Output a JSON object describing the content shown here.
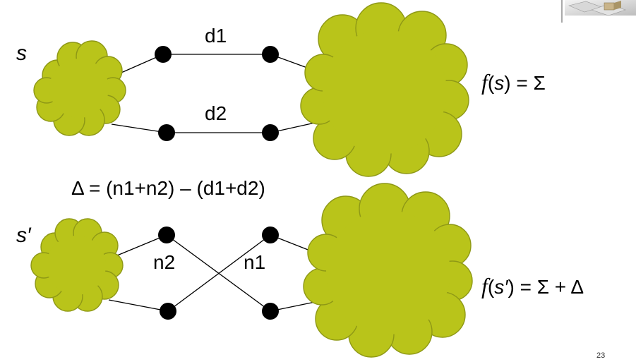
{
  "top": {
    "state_label": "s",
    "edge_top_label": "d1",
    "edge_bottom_label": "d2",
    "formula": {
      "fn": "f",
      "arg": "s",
      "rhs": "Σ"
    }
  },
  "delta_equation": "Δ = (n1+n2) – (d1+d2)",
  "bottom": {
    "state_label": "s′",
    "edge_label_left": "n2",
    "edge_label_right": "n1",
    "formula": {
      "fn": "f",
      "arg": "s′",
      "rhs": "Σ + Δ"
    }
  },
  "colors": {
    "cloud": "#b9c41a",
    "cloud_stroke": "#8e9816",
    "node": "#000000"
  },
  "page_number": "23",
  "logo_icon": "cube-grid-logo-icon"
}
